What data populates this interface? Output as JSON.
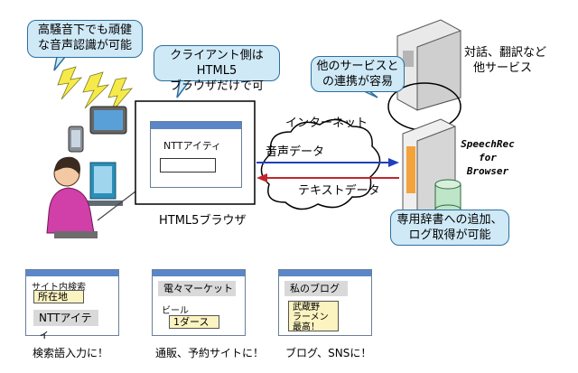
{
  "callouts": {
    "noise": [
      "高騒音下でも頑健",
      "な音声認識が可能"
    ],
    "client": [
      "クライアント側はHTML5",
      "ブラウザだけで可"
    ],
    "services": [
      "他のサービスと",
      "の連携が容易"
    ],
    "dictionary": [
      "専用辞書への追加、",
      "ログ取得が可能"
    ]
  },
  "labels": {
    "services_title": [
      "対話、翻訳など",
      "他サービス"
    ],
    "internet": "インターネット",
    "voice_data": "音声データ",
    "text_data": "テキストデータ",
    "server_name": [
      "SpeechRec",
      "for",
      "Browser"
    ],
    "browser_caption": "HTML5ブラウザ",
    "browser_field_label": "NTTアイティ"
  },
  "examples": [
    {
      "caption": "検索語入力に！",
      "lines": [
        "サイト内検索",
        "所在地",
        "NTTアイティ"
      ]
    },
    {
      "caption": "通販、予約サイトに！",
      "lines": [
        "電々マーケット",
        "ビール",
        "1ダース"
      ]
    },
    {
      "caption": "ブログ、SNSに！",
      "lines": [
        "私のブログ",
        "武蔵野",
        "ラーメン",
        "最高！"
      ]
    }
  ],
  "colors": {
    "callout_fill": "#cfe9f7",
    "window_bar": "#5b86c8",
    "arrow_voice": "#1f3fbf",
    "arrow_text": "#c0272d",
    "lightning": "#f5ea4a"
  },
  "icons": [
    "lightning-icon",
    "smartphone-icon",
    "tablet-icon",
    "person-icon",
    "microphone-icon",
    "server-icon",
    "database-icon",
    "cloud-icon"
  ]
}
